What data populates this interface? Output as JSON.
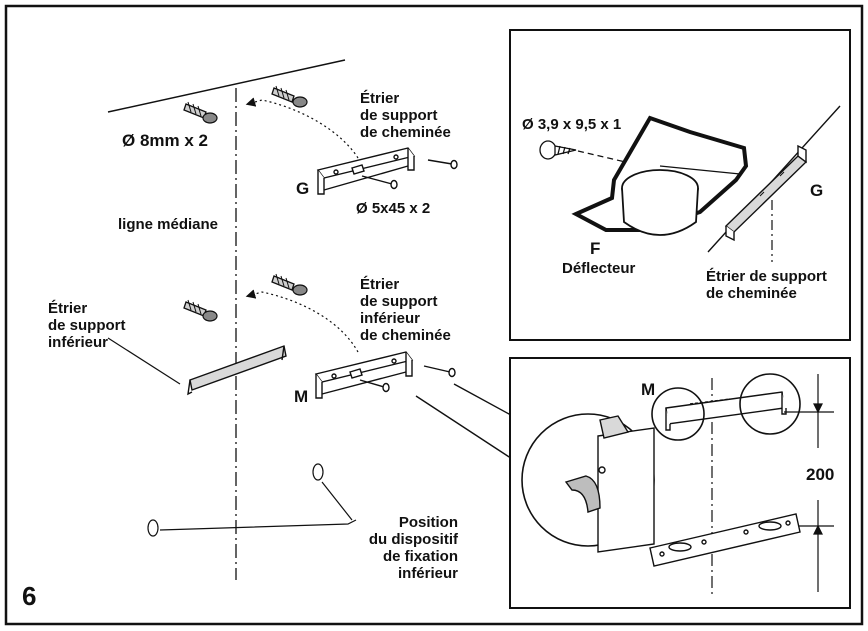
{
  "step_number": "6",
  "labels": {
    "dowel_size": "Ø 8mm x 2",
    "centre_line": "ligne médiane",
    "upper_bracket": "Étrier\nde support\nde cheminée",
    "upper_letter": "G",
    "screw_size": "Ø 5x45 x 2",
    "lower_bracket": "Étrier\nde support\ninférieur\nde cheminée",
    "lower_letter": "M",
    "support_bracket": "Étrier\nde support\ninférieur",
    "fixing_position": "Position\ndu dispositif\nde fixation\ninférieur"
  },
  "detail_top": {
    "screw_size": "Ø 3,9 x 9,5 x 1",
    "deflector_letter": "F",
    "deflector_name": "Déflecteur",
    "bracket_letter": "G",
    "bracket_name": "Étrier de support\nde cheminée"
  },
  "detail_bottom": {
    "bracket_letter": "M",
    "distance": "200"
  },
  "colors": {
    "ink": "#111111",
    "fill_grey": "#bdbdbd",
    "background": "#ffffff"
  }
}
